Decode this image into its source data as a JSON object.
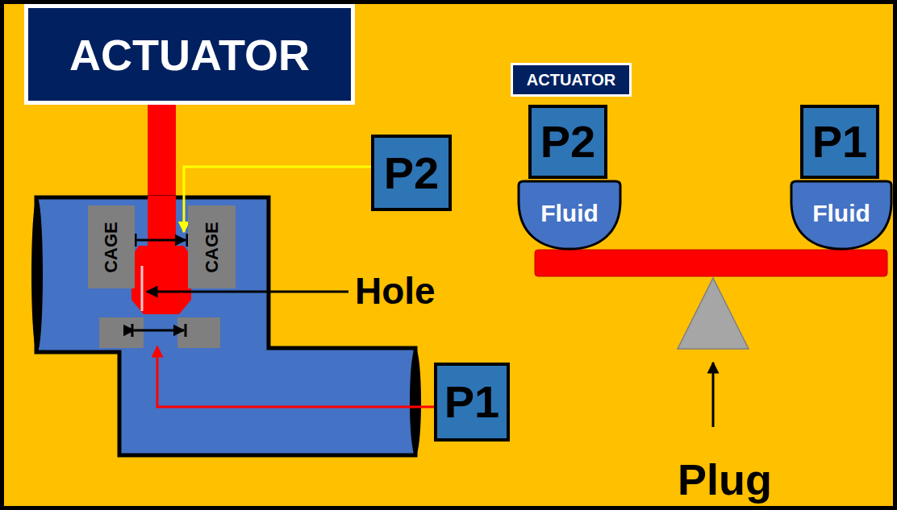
{
  "diagram": {
    "nodes": [
      {
        "text": [
          "ACTUATOR"
        ]
      },
      {
        "text": [
          "P2"
        ]
      },
      {
        "text": [
          "CAGE"
        ]
      },
      {
        "text": [
          "CAGE"
        ]
      },
      {
        "text": [
          "P1"
        ]
      },
      {
        "text": [
          "ACTUATOR"
        ]
      },
      {
        "text": [
          "P2"
        ]
      },
      {
        "text": [
          "Fluid"
        ]
      },
      {
        "text": [
          "P1"
        ]
      },
      {
        "text": [
          "Fluid"
        ]
      }
    ],
    "labels": [
      "Hole",
      "Plug"
    ]
  }
}
